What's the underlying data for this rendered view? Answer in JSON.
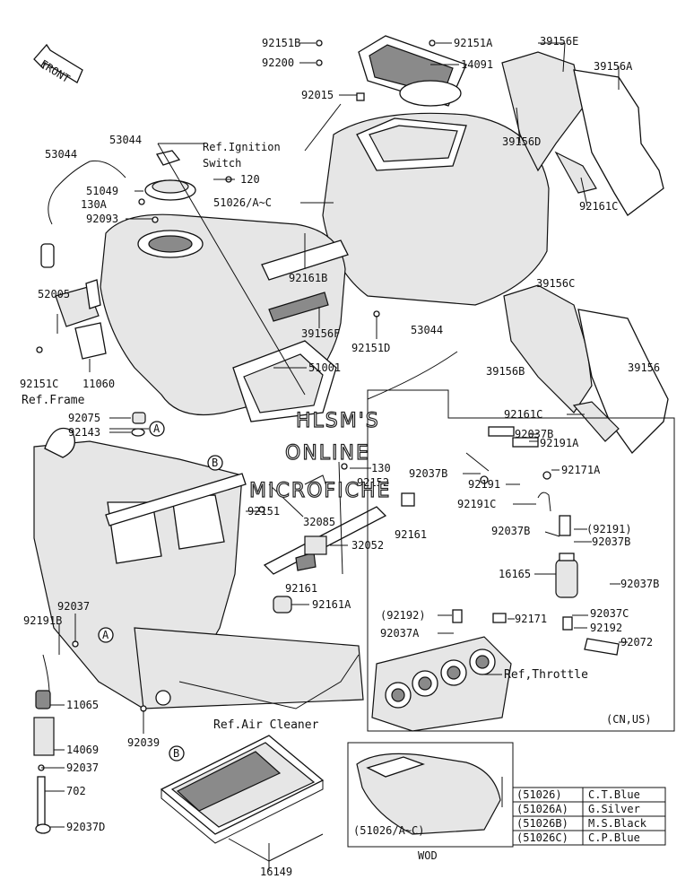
{
  "direction_label": "FRONT",
  "watermark": [
    "HLSM'S",
    "ONLINE",
    "MICROFICHE"
  ],
  "callout_letters": [
    "A",
    "B"
  ],
  "labels": {
    "p92151B": "92151B",
    "p92200": "92200",
    "p92151A": "92151A",
    "p14091": "14091",
    "p39156E": "39156E",
    "p39156A": "39156A",
    "p92015": "92015",
    "p39156D": "39156D",
    "p53044a": "53044",
    "p53044b": "53044",
    "refIgnition1": "Ref.Ignition",
    "refIgnition2": "Switch",
    "p51049": "51049",
    "p120": "120",
    "p130A": "130A",
    "p92093": "92093",
    "p51026AC": "51026/A~C",
    "p92161C_top": "92161C",
    "p92161B": "92161B",
    "p52005": "52005",
    "p39156C": "39156C",
    "p39156F": "39156F",
    "p92151D": "92151D",
    "p53044c": "53044",
    "p92151C": "92151C",
    "p11060": "11060",
    "p51001": "51001",
    "p39156B": "39156B",
    "p39156": "39156",
    "refFrame": "Ref.Frame",
    "p92075": "92075",
    "p92161C_mid": "92161C",
    "p92037B_a": "92037B",
    "p92143": "92143",
    "p92191A": "92191A",
    "p130": "130",
    "p92037B_b": "92037B",
    "p92152": "92152",
    "p92191": "92191",
    "p92171A": "92171A",
    "p32085": "32085",
    "p92191C": "92191C",
    "p92151": "92151",
    "p92161_a": "92161",
    "p92191p": "(92191)",
    "p92037B_c": "92037B",
    "p32052": "32052",
    "p92037B_d": "92037B",
    "p16165": "16165",
    "p92037B_e": "92037B",
    "p92161_b": "92161",
    "p92161A": "92161A",
    "p92192p": "(92192)",
    "p92171": "92171",
    "p92037C": "92037C",
    "p92037": "92037",
    "p92191B": "92191B",
    "p92037A": "92037A",
    "p92192": "92192",
    "p92072": "92072",
    "refThrottle": "Ref,Throttle",
    "p11065": "11065",
    "cnus": "(CN,US)",
    "refAirCleaner": "Ref.Air Cleaner",
    "p92039": "92039",
    "p14069": "14069",
    "p92037_b": "92037",
    "p702": "702",
    "p92037D": "92037D",
    "p16149": "16149",
    "wod": "WOD",
    "p51026AC_inset": "(51026/A~C)"
  },
  "color_table": [
    {
      "part": "(51026)",
      "color": "C.T.Blue"
    },
    {
      "part": "(51026A)",
      "color": "G.Silver"
    },
    {
      "part": "(51026B)",
      "color": "M.S.Black"
    },
    {
      "part": "(51026C)",
      "color": "C.P.Blue"
    }
  ]
}
